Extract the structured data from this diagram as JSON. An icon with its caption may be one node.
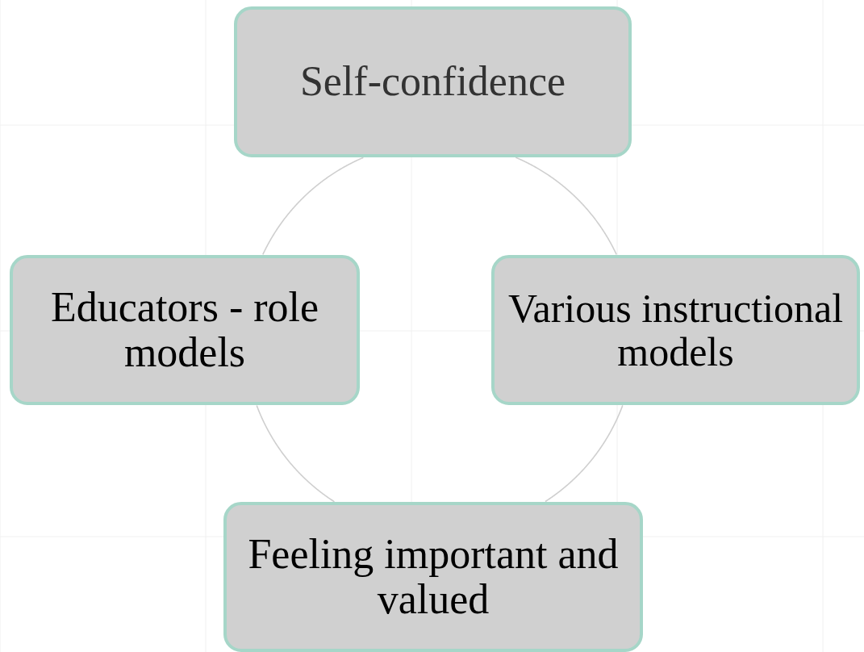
{
  "diagram": {
    "nodes": [
      {
        "text": [
          "Self-confidence"
        ]
      },
      {
        "text": [
          "Educators - role models"
        ]
      },
      {
        "text": [
          "Various instructional models"
        ]
      },
      {
        "text": [
          "Feeling important and valued"
        ]
      }
    ],
    "edges": [
      {
        "from": 0,
        "to": 2,
        "arrow": "none"
      },
      {
        "from": 2,
        "to": 3,
        "arrow": "none"
      },
      {
        "from": 3,
        "to": 1,
        "arrow": "none"
      },
      {
        "from": 1,
        "to": 0,
        "arrow": "none"
      }
    ]
  }
}
